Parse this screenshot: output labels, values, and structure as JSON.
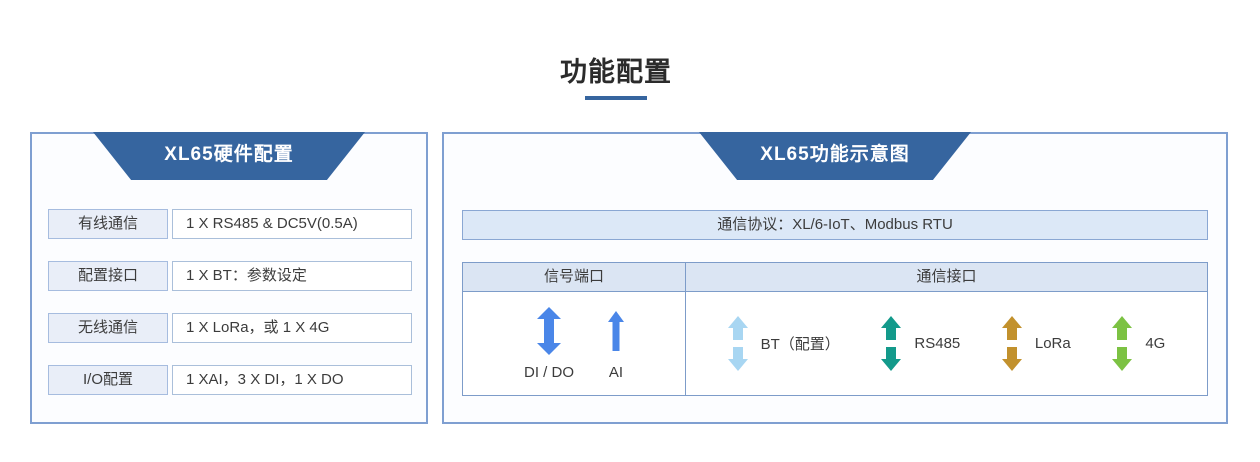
{
  "page_title": {
    "text": "功能配置"
  },
  "colors": {
    "header_blue": "#36659f",
    "title_underline": "#36659f",
    "panel_border": "#7f9fd1",
    "label_cell_bg": "#e9eef8",
    "protocol_bar_bg": "#dce8f7",
    "table_head_bg": "#dbe5f3",
    "arrow_blue": "#4a86e8",
    "arrow_bt_lightblue": "#a8d6f2",
    "arrow_rs485_teal": "#139a8b",
    "arrow_lora_gold": "#c2912d",
    "arrow_4g_green": "#7cc243"
  },
  "hardware_panel": {
    "title": "XL65硬件配置",
    "rows": [
      {
        "label": "有线通信",
        "value": "1 X RS485 & DC5V(0.5A)"
      },
      {
        "label": "配置接口",
        "value": "1 X BT：参数设定"
      },
      {
        "label": "无线通信",
        "value": "1 X LoRa，或 1 X 4G"
      },
      {
        "label": "I/O配置",
        "value": "1 XAI，3 X DI，1 X DO"
      }
    ]
  },
  "function_panel": {
    "title": "XL65功能示意图",
    "protocol_bar": "通信协议：XL/6-IoT、Modbus RTU",
    "table": {
      "headers": [
        "信号端口",
        "通信接口"
      ],
      "signal_ports": [
        {
          "label": "DI / DO",
          "arrow": "double-arrow",
          "color": "#4a86e8"
        },
        {
          "label": "AI",
          "arrow": "up-arrow",
          "color": "#4a86e8"
        }
      ],
      "comm_interfaces": [
        {
          "label": "BT（配置）",
          "arrow": "split-double-arrow",
          "color": "#a8d6f2"
        },
        {
          "label": "RS485",
          "arrow": "split-double-arrow",
          "color": "#139a8b"
        },
        {
          "label": "LoRa",
          "arrow": "split-double-arrow",
          "color": "#c2912d"
        },
        {
          "label": "4G",
          "arrow": "split-double-arrow",
          "color": "#7cc243"
        }
      ]
    }
  }
}
